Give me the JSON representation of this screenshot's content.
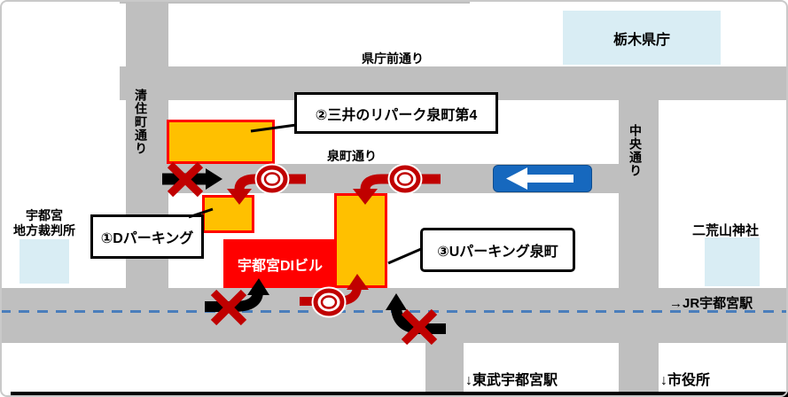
{
  "map": {
    "streets": {
      "kencho_mae": "県庁前通り",
      "kiyosumi_cho": "清住町通り",
      "izumi_cho": "泉町通り",
      "chuo": "中央通り"
    },
    "places": {
      "prefectural_office": "栃木県庁",
      "district_court_line1": "宇都宮",
      "district_court_line2": "地方裁判所",
      "futaarayama_shrine": "二荒山神社",
      "di_building": "宇都宮DIビル",
      "jr_station": "→JR宇都宮駅",
      "tobu_station": "↓東武宇都宮駅",
      "city_hall": "↓市役所"
    },
    "parkings": [
      {
        "label": "①Dパーキング"
      },
      {
        "label": "②三井のリパーク泉町第4"
      },
      {
        "label": "③Uパーキング泉町"
      }
    ],
    "icons": {
      "no_entry_sign": "◎ red ring on red bar",
      "one_way_sign": "← white arrow on blue plate",
      "blocked_route": "✕ over arrow",
      "allowed_route": "curved dark-red arrow"
    },
    "colors": {
      "road": "#BFBFBF",
      "lightblue": "#D9EDF4",
      "orange": "#FFC000",
      "red": "#FF0000",
      "darkred": "#C00000",
      "signblue": "#1668BE",
      "railblue": "#4A7EBB",
      "frame": "#C9C9C9"
    }
  }
}
